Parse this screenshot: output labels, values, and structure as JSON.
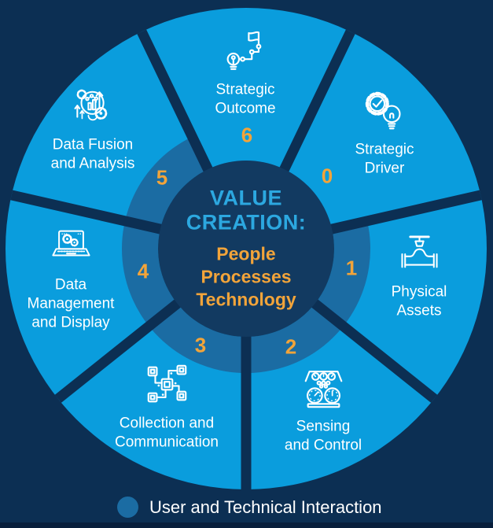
{
  "center": {
    "heading_lines": [
      "VALUE",
      "CREATION:"
    ],
    "subheading_lines": [
      "People",
      "Processes",
      "Technology"
    ]
  },
  "segments": [
    {
      "number": "0",
      "label": "Strategic Driver",
      "label_lines": [
        "Strategic",
        "Driver"
      ],
      "icon": "gear-check-lightbulb-icon"
    },
    {
      "number": "1",
      "label": "Physical Assets",
      "label_lines": [
        "Physical",
        "Assets"
      ],
      "icon": "valve-pipe-icon"
    },
    {
      "number": "2",
      "label": "Sensing and Control",
      "label_lines": [
        "Sensing",
        "and Control"
      ],
      "icon": "gauges-panel-icon"
    },
    {
      "number": "3",
      "label": "Collection and Communication",
      "label_lines": [
        "Collection and",
        "Communication"
      ],
      "icon": "network-nodes-icon"
    },
    {
      "number": "4",
      "label": "Data Management and Display",
      "label_lines": [
        "Data",
        "Management",
        "and Display"
      ],
      "icon": "laptop-gears-icon"
    },
    {
      "number": "5",
      "label": "Data Fusion and Analysis",
      "label_lines": [
        "Data Fusion",
        "and Analysis"
      ],
      "icon": "brain-gears-analysis-icon"
    },
    {
      "number": "6",
      "label": "Strategic Outcome",
      "label_lines": [
        "Strategic",
        "Outcome"
      ],
      "icon": "flag-milestone-path-icon"
    }
  ],
  "legend": {
    "label": "User and Technical Interaction",
    "marker": "filled-circle"
  },
  "colors": {
    "background": "#0C2F53",
    "segment_blue": "#0A9DDD",
    "interaction_ring_blue": "#1B6CA3",
    "center_circle_navy": "#123A61",
    "accent_orange": "#F2A43A",
    "heading_blue": "#2CA8E0",
    "text_white": "#FFFFFF"
  }
}
